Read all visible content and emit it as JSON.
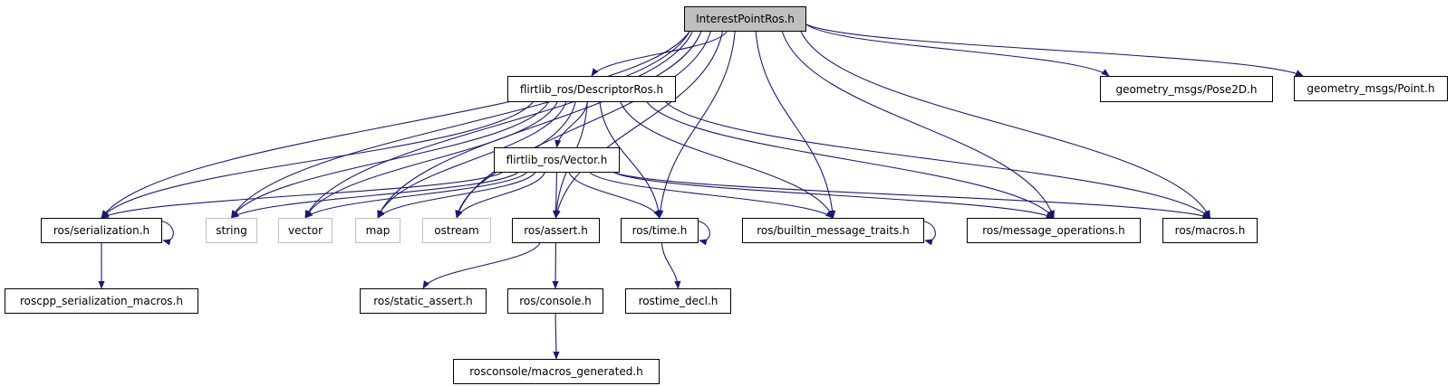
{
  "graph": {
    "edge_color": "#191970",
    "root_fill": "#bfbfbf",
    "external_border": "#bfbfbf",
    "nodes": {
      "root": {
        "label": "InterestPointRos.h",
        "style": "root"
      },
      "descriptor": {
        "label": "flirtlib_ros/DescriptorRos.h"
      },
      "vector_h": {
        "label": "flirtlib_ros/Vector.h"
      },
      "serialization": {
        "label": "ros/serialization.h"
      },
      "string": {
        "label": "string",
        "style": "ext"
      },
      "vector": {
        "label": "vector",
        "style": "ext"
      },
      "map": {
        "label": "map",
        "style": "ext"
      },
      "ostream": {
        "label": "ostream",
        "style": "ext"
      },
      "assert": {
        "label": "ros/assert.h"
      },
      "time": {
        "label": "ros/time.h"
      },
      "builtin": {
        "label": "ros/builtin_message_traits.h"
      },
      "msgops": {
        "label": "ros/message_operations.h"
      },
      "macros": {
        "label": "ros/macros.h"
      },
      "pose2d": {
        "label": "geometry_msgs/Pose2D.h"
      },
      "point": {
        "label": "geometry_msgs/Point.h"
      },
      "roscpp_macros": {
        "label": "roscpp_serialization_macros.h"
      },
      "static_assert": {
        "label": "ros/static_assert.h"
      },
      "console": {
        "label": "ros/console.h"
      },
      "rostime_decl": {
        "label": "rostime_decl.h"
      },
      "macros_generated": {
        "label": "rosconsole/macros_generated.h"
      }
    },
    "edges": [
      [
        "root",
        "descriptor"
      ],
      [
        "root",
        "serialization"
      ],
      [
        "root",
        "string"
      ],
      [
        "root",
        "vector"
      ],
      [
        "root",
        "map"
      ],
      [
        "root",
        "ostream"
      ],
      [
        "root",
        "assert"
      ],
      [
        "root",
        "time"
      ],
      [
        "root",
        "builtin"
      ],
      [
        "root",
        "msgops"
      ],
      [
        "root",
        "macros"
      ],
      [
        "root",
        "pose2d"
      ],
      [
        "root",
        "point"
      ],
      [
        "descriptor",
        "vector_h"
      ],
      [
        "descriptor",
        "serialization"
      ],
      [
        "descriptor",
        "string"
      ],
      [
        "descriptor",
        "vector"
      ],
      [
        "descriptor",
        "map"
      ],
      [
        "descriptor",
        "ostream"
      ],
      [
        "descriptor",
        "assert"
      ],
      [
        "descriptor",
        "time"
      ],
      [
        "descriptor",
        "builtin"
      ],
      [
        "descriptor",
        "msgops"
      ],
      [
        "descriptor",
        "macros"
      ],
      [
        "vector_h",
        "serialization"
      ],
      [
        "vector_h",
        "string"
      ],
      [
        "vector_h",
        "vector"
      ],
      [
        "vector_h",
        "map"
      ],
      [
        "vector_h",
        "ostream"
      ],
      [
        "vector_h",
        "assert"
      ],
      [
        "vector_h",
        "time"
      ],
      [
        "vector_h",
        "builtin"
      ],
      [
        "vector_h",
        "msgops"
      ],
      [
        "vector_h",
        "macros"
      ],
      [
        "serialization",
        "serialization"
      ],
      [
        "serialization",
        "roscpp_macros"
      ],
      [
        "time",
        "time"
      ],
      [
        "time",
        "rostime_decl"
      ],
      [
        "builtin",
        "builtin"
      ],
      [
        "assert",
        "static_assert"
      ],
      [
        "assert",
        "console"
      ],
      [
        "console",
        "macros_generated"
      ]
    ]
  }
}
